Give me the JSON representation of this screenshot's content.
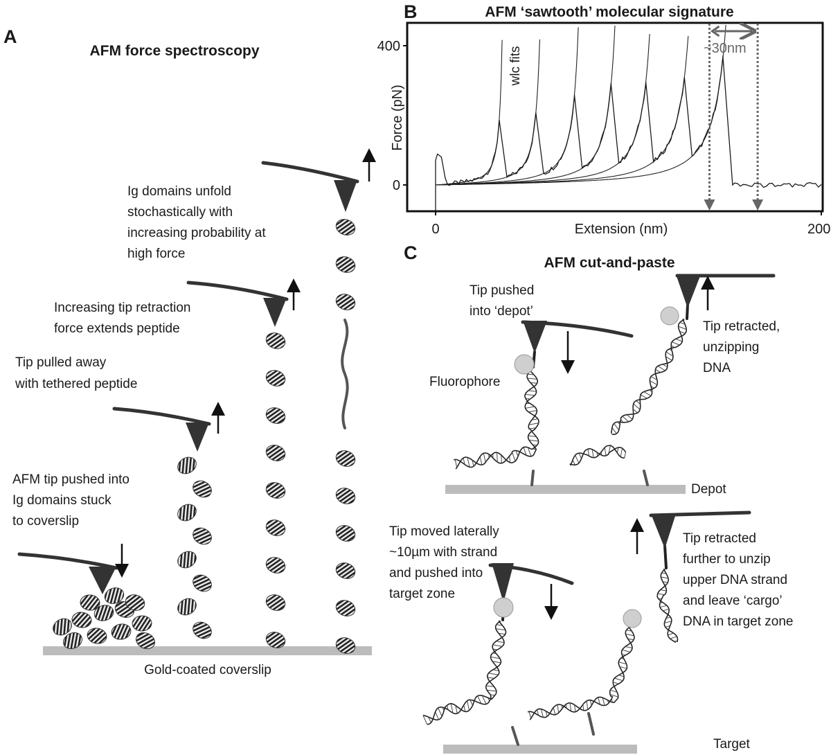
{
  "panel_a": {
    "letter": "A",
    "title": "AFM force spectroscopy",
    "step4": [
      "Ig domains unfold",
      "stochastically with",
      "increasing probability at",
      "high force"
    ],
    "step3": [
      "Increasing tip retraction",
      "force extends peptide"
    ],
    "step2": [
      "Tip pulled away",
      "with tethered peptide"
    ],
    "step1": [
      "AFM tip pushed into",
      "Ig domains stuck",
      "to coverslip"
    ],
    "surface": "Gold-coated coverslip"
  },
  "panel_b": {
    "letter": "B",
    "title": "AFM ‘sawtooth’ molecular signature",
    "annotation_fits": "wlc fits",
    "annotation_spacing": "~30nm"
  },
  "panel_c": {
    "letter": "C",
    "title": "AFM cut-and-paste",
    "depot_push": [
      "Tip pushed",
      "into  ‘depot’"
    ],
    "depot_retract": [
      "Tip retracted,",
      "unzipping",
      "DNA"
    ],
    "fluorophore": "Fluorophore",
    "depot": "Depot",
    "target_push": [
      "Tip moved laterally",
      "~10µm with strand",
      "and pushed into",
      "target zone"
    ],
    "target_retract": [
      "Tip retracted",
      "further to unzip",
      "upper DNA strand",
      "and leave ‘cargo’",
      "DNA in target zone"
    ],
    "target": "Target"
  },
  "chart_data": {
    "type": "line",
    "title": "AFM ‘sawtooth’ molecular signature",
    "xlabel": "Extension (nm)",
    "ylabel": "Force (pN)",
    "x_ticks": [
      "0",
      "200"
    ],
    "y_ticks": [
      "0",
      "400"
    ],
    "xlim": [
      -15,
      200
    ],
    "ylim": [
      -75,
      465
    ],
    "grid": false,
    "initial_spike": {
      "x": 1,
      "y": 89
    },
    "sawtooth_peaks": [
      {
        "x": 33,
        "y": 187
      },
      {
        "x": 52,
        "y": 207
      },
      {
        "x": 72,
        "y": 259
      },
      {
        "x": 91,
        "y": 289
      },
      {
        "x": 109,
        "y": 296
      },
      {
        "x": 129,
        "y": 309
      },
      {
        "x": 149,
        "y": 366
      }
    ],
    "detach_x": 154,
    "spacing_markers_x": [
      142,
      167
    ],
    "colors": {
      "trace": "#1a1a1a",
      "markers": "#666666"
    }
  }
}
